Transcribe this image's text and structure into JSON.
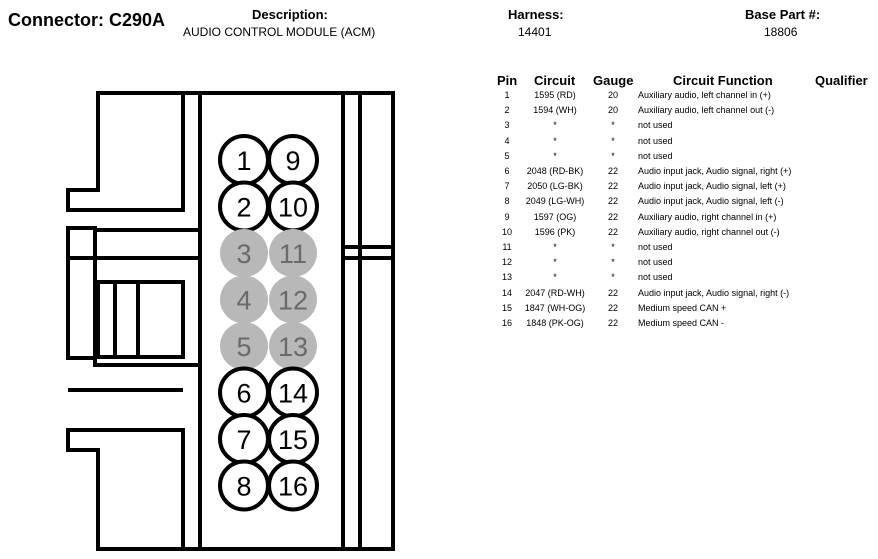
{
  "header": {
    "connector": "Connector: C290A",
    "description_label": "Description:",
    "description_value": "AUDIO CONTROL MODULE (ACM)",
    "harness_label": "Harness:",
    "harness_value": "14401",
    "base_part_label": "Base Part #:",
    "base_part_value": "18806"
  },
  "colors": {
    "used_cavity": "#ffffff",
    "unused_cavity": "#b8b8b8",
    "line": "#000000",
    "unused_text": "#6a6a6a"
  },
  "connector": {
    "cavities": [
      {
        "label": "1",
        "used": true
      },
      {
        "label": "9",
        "used": true
      },
      {
        "label": "2",
        "used": true
      },
      {
        "label": "10",
        "used": true
      },
      {
        "label": "3",
        "used": false
      },
      {
        "label": "11",
        "used": false
      },
      {
        "label": "4",
        "used": false
      },
      {
        "label": "12",
        "used": false
      },
      {
        "label": "5",
        "used": false
      },
      {
        "label": "13",
        "used": false
      },
      {
        "label": "6",
        "used": true
      },
      {
        "label": "14",
        "used": true
      },
      {
        "label": "7",
        "used": true
      },
      {
        "label": "15",
        "used": true
      },
      {
        "label": "8",
        "used": true
      },
      {
        "label": "16",
        "used": true
      }
    ]
  },
  "table": {
    "headers": {
      "pin": "Pin",
      "circuit": "Circuit",
      "gauge": "Gauge",
      "function": "Circuit Function",
      "qualifier": "Qualifier"
    },
    "rows": [
      {
        "pin": "1",
        "circuit": "1595 (RD)",
        "gauge": "20",
        "function": "Auxiliary audio, left channel in (+)"
      },
      {
        "pin": "2",
        "circuit": "1594 (WH)",
        "gauge": "20",
        "function": "Auxiliary audio, left channel out (-)"
      },
      {
        "pin": "3",
        "circuit": "*",
        "gauge": "*",
        "function": "not used"
      },
      {
        "pin": "4",
        "circuit": "*",
        "gauge": "*",
        "function": "not used"
      },
      {
        "pin": "5",
        "circuit": "*",
        "gauge": "*",
        "function": "not used"
      },
      {
        "pin": "6",
        "circuit": "2048 (RD-BK)",
        "gauge": "22",
        "function": "Audio input jack, Audio signal, right (+)"
      },
      {
        "pin": "7",
        "circuit": "2050 (LG-BK)",
        "gauge": "22",
        "function": "Audio input jack, Audio signal, left (+)"
      },
      {
        "pin": "8",
        "circuit": "2049 (LG-WH)",
        "gauge": "22",
        "function": "Audio input jack, Audio signal, left (-)"
      },
      {
        "pin": "9",
        "circuit": "1597 (OG)",
        "gauge": "22",
        "function": "Auxiliary audio, right channel in (+)"
      },
      {
        "pin": "10",
        "circuit": "1596 (PK)",
        "gauge": "22",
        "function": "Auxiliary audio, right channel out (-)"
      },
      {
        "pin": "11",
        "circuit": "*",
        "gauge": "*",
        "function": "not used"
      },
      {
        "pin": "12",
        "circuit": "*",
        "gauge": "*",
        "function": "not used"
      },
      {
        "pin": "13",
        "circuit": "*",
        "gauge": "*",
        "function": "not used"
      },
      {
        "pin": "14",
        "circuit": "2047 (RD-WH)",
        "gauge": "22",
        "function": "Audio input jack, Audio signal, right (-)"
      },
      {
        "pin": "15",
        "circuit": "1847 (WH-OG)",
        "gauge": "22",
        "function": "Medium speed CAN +"
      },
      {
        "pin": "16",
        "circuit": "1848 (PK-OG)",
        "gauge": "22",
        "function": "Medium speed CAN -"
      }
    ]
  }
}
